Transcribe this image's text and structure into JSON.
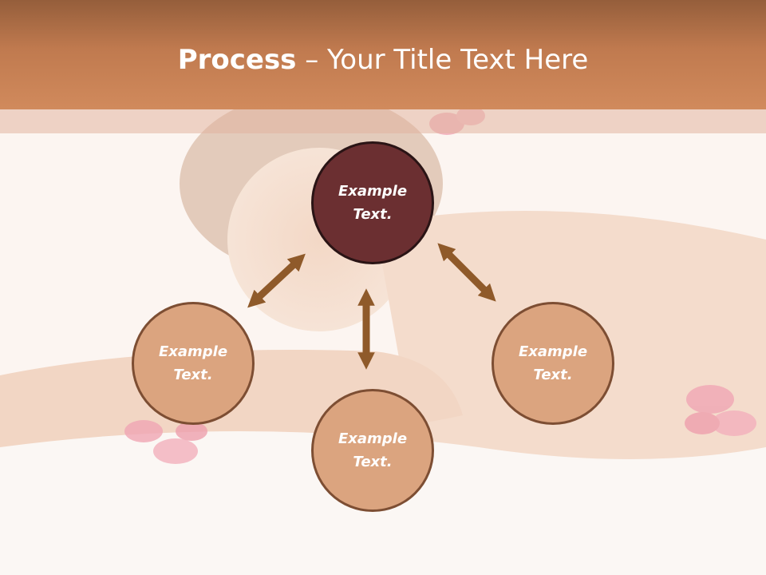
{
  "title": {
    "bold": "Process",
    "rest": " – Your Title Text Here"
  },
  "nodes": [
    {
      "label_line1": "Example",
      "label_line2": "Text."
    },
    {
      "label_line1": "Example",
      "label_line2": "Text."
    },
    {
      "label_line1": "Example",
      "label_line2": "Text."
    },
    {
      "label_line1": "Example",
      "label_line2": "Text."
    }
  ],
  "colors": {
    "header": "#c07a4f",
    "center_node": "#6b2f31",
    "outer_node": "#dba47f",
    "arrow": "#8f5a2a"
  }
}
